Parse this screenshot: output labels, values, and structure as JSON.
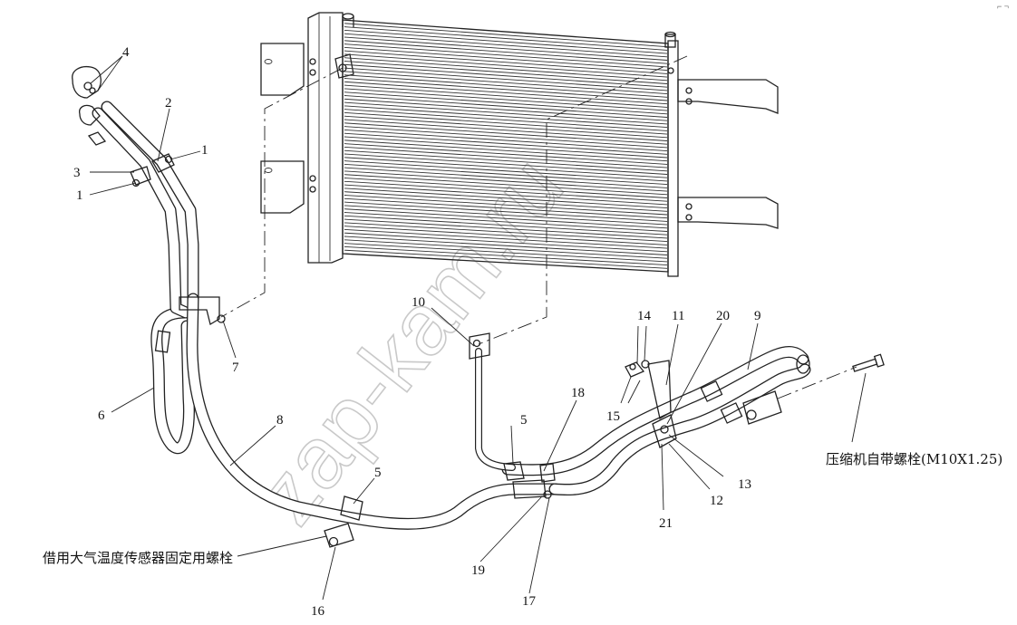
{
  "diagram": {
    "callouts": {
      "c1a": "1",
      "c1b": "1",
      "c2": "2",
      "c3": "3",
      "c4": "4",
      "c5a": "5",
      "c5b": "5",
      "c6": "6",
      "c7": "7",
      "c8": "8",
      "c9": "9",
      "c10": "10",
      "c11": "11",
      "c12": "12",
      "c13": "13",
      "c14": "14",
      "c15": "15",
      "c16": "16",
      "c17": "17",
      "c18": "18",
      "c19": "19",
      "c20": "20",
      "c21": "21"
    },
    "note_sensor_bolt": "借用大气温度传感器固定用螺栓",
    "note_compressor_bolt": "压缩机自带螺栓(M10X1.25)",
    "watermark": "zap-kam.ru",
    "corner_mark": "⌐ ¬"
  }
}
